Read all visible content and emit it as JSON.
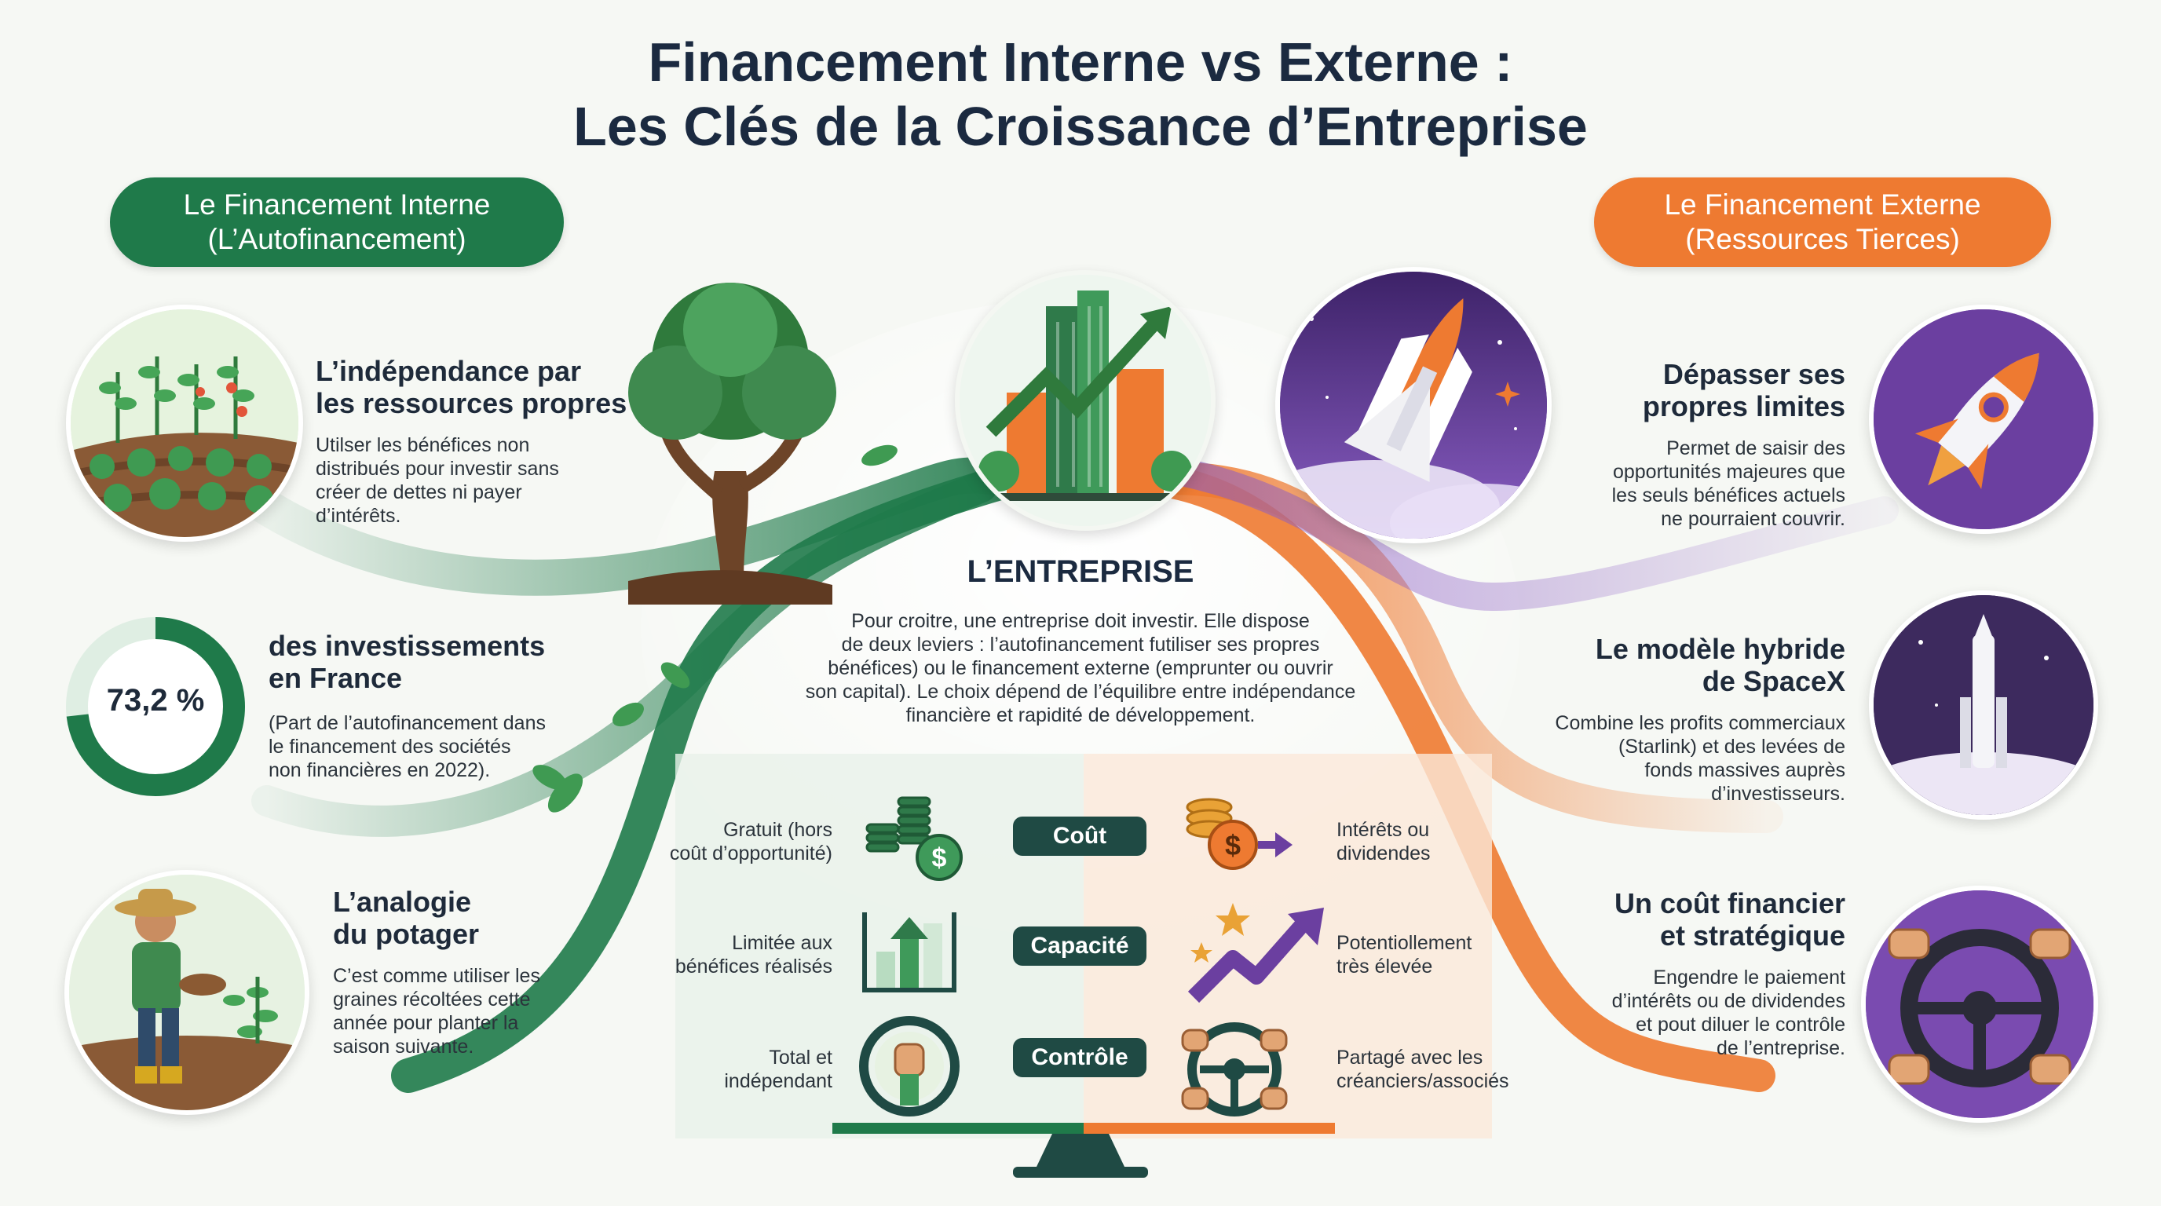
{
  "title": {
    "line1": "Financement Interne vs Externe :",
    "line2": "Les Clés de la Croissance d’Entreprise"
  },
  "left_pill": {
    "line1": "Le Financement Interne",
    "line2": "(L’Autofinancement)"
  },
  "right_pill": {
    "line1": "Le Financement Externe",
    "line2": "(Ressources Tierces)"
  },
  "left": {
    "item1": {
      "heading1": "L’indépendance par",
      "heading2": "les ressources propres",
      "text1": "Utilser les bénéfices non",
      "text2": "distribués pour investir sans",
      "text3": "créer de dettes ni payer",
      "text4": "d’intérêts."
    },
    "item2": {
      "percent": "73,2 %",
      "percent_value": 73.2,
      "heading1": "des investissements",
      "heading2": "en France",
      "text1": "(Part de l’autofinancement dans",
      "text2": "le financement des sociétés",
      "text3": "non financières en 2022)."
    },
    "item3": {
      "heading1": "L’analogie",
      "heading2": "du potager",
      "text1": "C’est comme utiliser les",
      "text2": "graines récoltées cette",
      "text3": "année pour planter la",
      "text4": "saison suivante."
    }
  },
  "center": {
    "heading": "L’ENTREPRISE",
    "text1": "Pour croitre, une entreprise doit investir. Elle dispose",
    "text2": "de deux leviers : l’autofinancement futiliser ses propres",
    "text3": "bénéfices) ou le financement externe (emprunter ou ouvrir",
    "text4": "son capital). Le choix dépend de l’équilibre entre indépendance",
    "text5": "financière et rapidité de développement."
  },
  "compare": {
    "row1": {
      "label": "Coût",
      "left1": "Gratuit (hors",
      "left2": "coût d’opportunité)",
      "right1": "Intérêts ou",
      "right2": "dividendes"
    },
    "row2": {
      "label": "Capacité",
      "left1": "Limitée aux",
      "left2": "bénéfices réalisés",
      "right1": "Potentiollement",
      "right2": "très élevée"
    },
    "row3": {
      "label": "Contrôle",
      "left1": "Total et",
      "left2": "indépendant",
      "right1": "Partagé avec les",
      "right2": "créanciers/associés"
    }
  },
  "right": {
    "item1": {
      "heading1": "Dépasser ses",
      "heading2": "propres limites",
      "text1": "Permet de saisir des",
      "text2": "opportunités majeures que",
      "text3": "les seuls bénéfices actuels",
      "text4": "ne pourraient couvrir."
    },
    "item2": {
      "heading1": "Le modèle hybride",
      "heading2": "de SpaceX",
      "text1": "Combine les profits commerciaux",
      "text2": "(Starlink) et des levées de",
      "text3": "fonds massives auprès",
      "text4": "d’investisseurs."
    },
    "item3": {
      "heading1": "Un coût financier",
      "heading2": "et stratégique",
      "text1": "Engendre le paiement",
      "text2": "d’intérêts ou de dividendes",
      "text3": "et pout diluer le contrôle",
      "text4": "de l’entreprise."
    }
  },
  "colors": {
    "green": "#1f7a4a",
    "orange": "#ee7a31",
    "purple": "#6b3fa0",
    "dark": "#1b2a40"
  }
}
